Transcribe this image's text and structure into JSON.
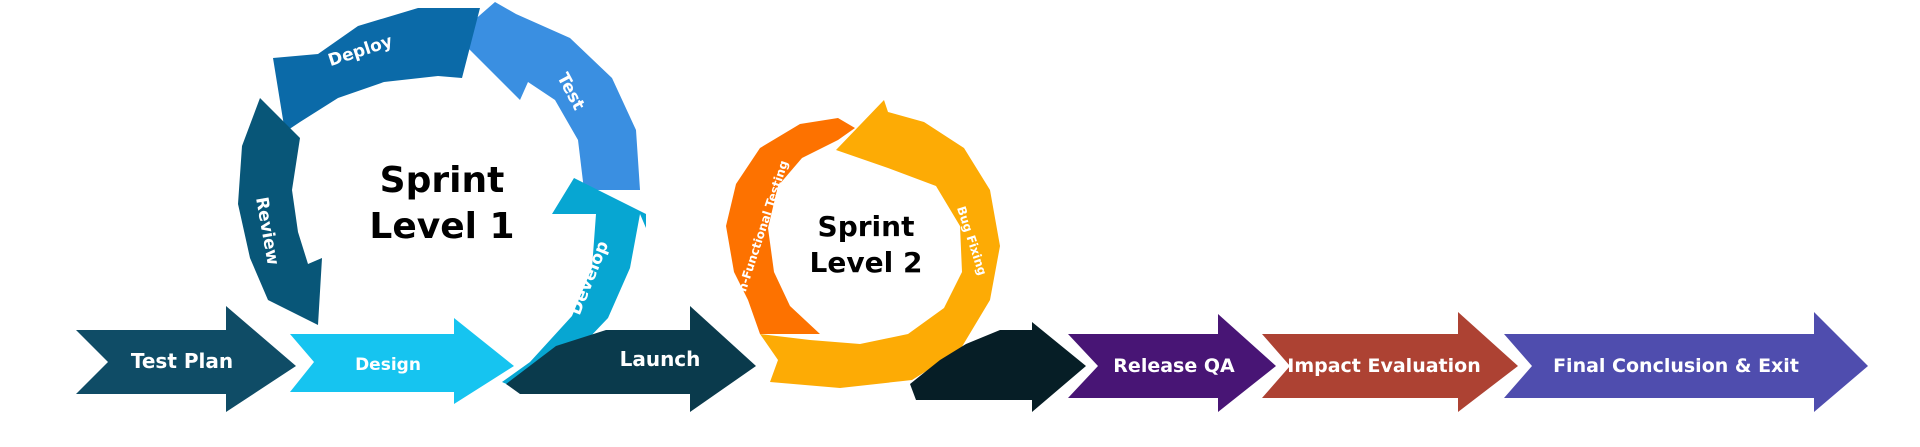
{
  "sprint1": {
    "title_line1": "Sprint",
    "title_line2": "Level 1",
    "stages": {
      "deploy": "Deploy",
      "test": "Test",
      "review": "Review",
      "develop": "Develop"
    }
  },
  "sprint2": {
    "title_line1": "Sprint",
    "title_line2": "Level 2",
    "stages": {
      "non_functional": "Non-Functional Testing",
      "bug_fixing": "Bug Fixing"
    }
  },
  "timeline": {
    "test_plan": "Test Plan",
    "design": "Design",
    "launch": "Launch",
    "release_qa": "Release QA",
    "impact_evaluation": "Impact Evaluation",
    "final_conclusion": "Final Conclusion & Exit"
  },
  "colors": {
    "test_plan": "#0f4c66",
    "design": "#16c4f0",
    "launch": "#0a3a4c",
    "dark_connector": "#061e26",
    "release_qa": "#481575",
    "impact_evaluation": "#ad4233",
    "final_conclusion": "#4f4dae",
    "deploy": "#0b6aa8",
    "test": "#3a8fe1",
    "review": "#085678",
    "develop": "#07a6d2",
    "sprint2_orange": "#fd7200",
    "sprint2_yellow": "#fdab05"
  }
}
